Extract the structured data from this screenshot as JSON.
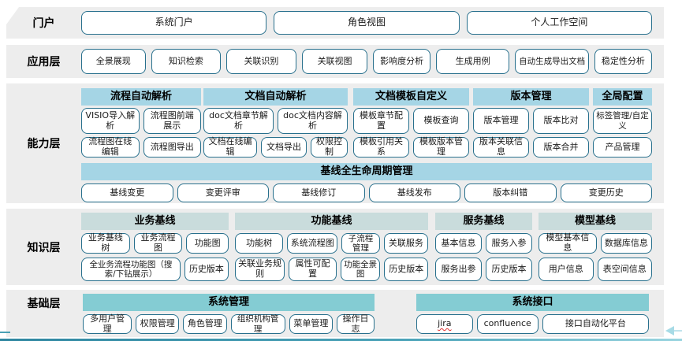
{
  "portal": {
    "label": "门户",
    "items": [
      "系统门户",
      "角色视图",
      "个人工作空间"
    ]
  },
  "app_layer": {
    "label": "应用层",
    "items": [
      "全景展现",
      "知识检索",
      "关联识别",
      "关联视图",
      "影响度分析",
      "生成用例",
      "自动生成导出文档",
      "稳定性分析"
    ]
  },
  "capability_layer": {
    "label": "能力层",
    "groups": [
      {
        "title": "流程自动解析",
        "rows": [
          [
            "VISIO导入解析",
            "流程图前端展示"
          ],
          [
            "流程图在线编辑",
            "流程图导出"
          ]
        ]
      },
      {
        "title": "文档自动解析",
        "rows": [
          [
            "doc文档章节解析",
            "doc文档内容解析"
          ],
          [
            "文档在线编辑",
            "文档导出",
            "权限控制"
          ]
        ]
      },
      {
        "title": "文档模板自定义",
        "rows": [
          [
            "模板章节配置",
            "模板查询"
          ],
          [
            "模板引用关系",
            "模板版本管理"
          ]
        ]
      },
      {
        "title": "版本管理",
        "rows": [
          [
            "版本管理",
            "版本比对"
          ],
          [
            "版本关联信息",
            "版本合并"
          ]
        ]
      },
      {
        "title": "全局配置",
        "rows": [
          [
            "标签管理/自定义"
          ],
          [
            "产品管理"
          ]
        ]
      }
    ],
    "baseline": {
      "title": "基线全生命周期管理",
      "items": [
        "基线变更",
        "变更评审",
        "基线修订",
        "基线发布",
        "版本纠错",
        "变更历史"
      ]
    }
  },
  "knowledge_layer": {
    "label": "知识层",
    "groups": [
      {
        "title": "业务基线",
        "rows": [
          [
            "业务基线树",
            "业务流程图",
            "功能图"
          ],
          [
            "全业务流程功能图（搜索/下钻展示）",
            "历史版本"
          ]
        ]
      },
      {
        "title": "功能基线",
        "rows": [
          [
            "功能树",
            "系统流程图",
            "子流程管理",
            "关联服务"
          ],
          [
            "关联业务规则",
            "属性可配置",
            "功能全景图",
            "历史版本"
          ]
        ]
      },
      {
        "title": "服务基线",
        "rows": [
          [
            "基本信息",
            "服务入参"
          ],
          [
            "服务出参",
            "历史版本"
          ]
        ]
      },
      {
        "title": "模型基线",
        "rows": [
          [
            "模型基本信息",
            "数据库信息"
          ],
          [
            "用户信息",
            "表空间信息"
          ]
        ]
      }
    ]
  },
  "base_layer": {
    "label": "基础层",
    "groups": [
      {
        "title": "系统管理",
        "items": [
          "多用户管理",
          "权限管理",
          "角色管理",
          "组织机构管理",
          "菜单管理",
          "操作日志"
        ]
      },
      {
        "title": "系统接口",
        "items": [
          "jira",
          "confluence",
          "接口自动化平台"
        ]
      }
    ]
  },
  "colors": {
    "band_bg": "#ededed",
    "capability_header": "#a5d5e5",
    "knowledge_header": "#c9dcdc",
    "base_header": "#84ccd3",
    "box_border": "#28708d",
    "bottom_line": "#2e86a0",
    "arrow": "#a7dbe6"
  }
}
